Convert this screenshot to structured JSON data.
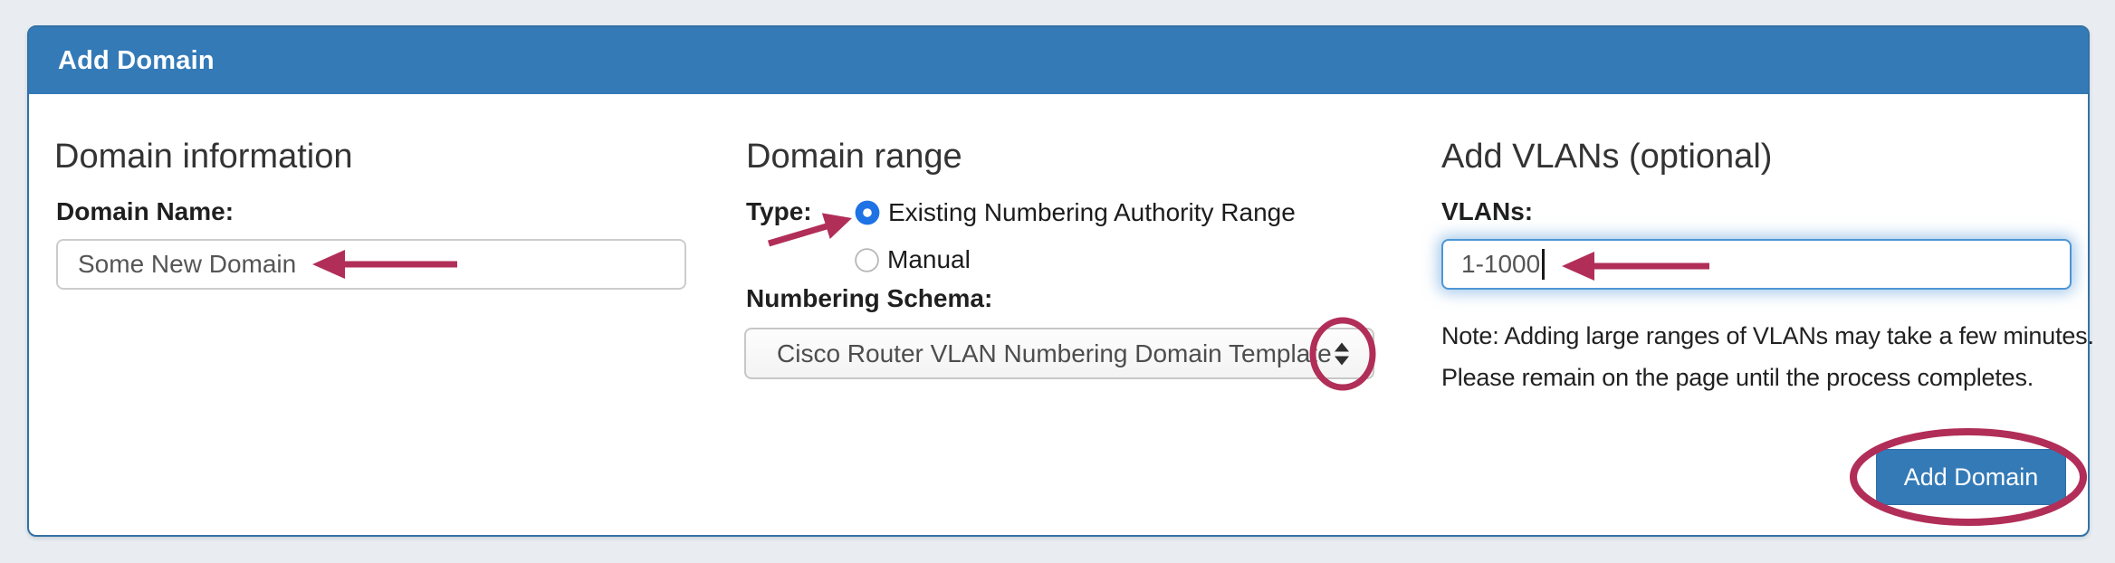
{
  "header": {
    "title": "Add Domain"
  },
  "domain_information": {
    "heading": "Domain information",
    "domain_name_label": "Domain Name:",
    "domain_name_value": "Some New Domain"
  },
  "domain_range": {
    "heading": "Domain range",
    "type_label": "Type:",
    "options": [
      {
        "label": "Existing Numbering Authority Range",
        "selected": true
      },
      {
        "label": "Manual",
        "selected": false
      }
    ],
    "numbering_schema_label": "Numbering Schema:",
    "numbering_schema_selected": "Cisco Router VLAN Numbering Domain Template"
  },
  "add_vlans": {
    "heading": "Add VLANs (optional)",
    "vlans_label": "VLANs:",
    "vlans_value": "1-1000",
    "note": "Note: Adding large ranges of VLANs may take a few minutes. Please remain on the page until the process completes.",
    "submit_label": "Add Domain"
  },
  "colors": {
    "header_blue": "#337ab7",
    "panel_border_blue": "#3471a5",
    "button_blue": "#337ab7",
    "radio_selected_blue": "#1f72e4",
    "focus_ring_blue": "#4e96d5",
    "annotation_magenta": "#b12e58"
  }
}
